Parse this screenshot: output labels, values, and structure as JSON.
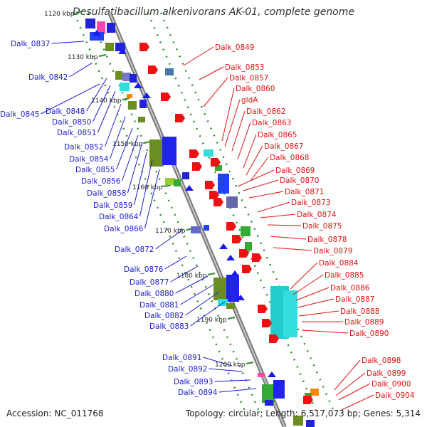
{
  "title": "Desulfatibacillum alkenivorans AK-01, complete genome",
  "footer": {
    "accession_label": "Accession:",
    "accession": "NC_011768",
    "topology_label": "Topology:",
    "topology": "circular",
    "length_label": "Length:",
    "length": "6,517,073 bp",
    "genes_label": "Genes:",
    "genes": "5,314"
  },
  "colors": {
    "left_label": "#1a1acc",
    "right_label": "#e01010",
    "backbone": "#999999",
    "axis_tick": "#2e8b2e"
  },
  "kbp_ticks": [
    "1120 kbp",
    "1130 kbp",
    "1140 kbp",
    "1150 kbp",
    "1160 kbp",
    "1170 kbp",
    "1180 kbp",
    "1190 kbp",
    "1200 kbp"
  ],
  "left_genes": [
    "Dalk_0837",
    "Dalk_0842",
    "Dalk_0845",
    "Dalk_0848",
    "Dalk_0850",
    "Dalk_0851",
    "Dalk_0852",
    "Dalk_0854",
    "Dalk_0855",
    "Dalk_0856",
    "Dalk_0858",
    "Dalk_0859",
    "Dalk_0864",
    "Dalk_0866",
    "Dalk_0872",
    "Dalk_0876",
    "Dalk_0877",
    "Dalk_0880",
    "Dalk_0881",
    "Dalk_0882",
    "Dalk_0883",
    "Dalk_0891",
    "Dalk_0892",
    "Dalk_0893",
    "Dalk_0894"
  ],
  "right_genes": [
    "Dalk_0849",
    "Dalk_0853",
    "Dalk_0857",
    "Dalk_0860",
    "gldA",
    "Dalk_0862",
    "Dalk_0863",
    "Dalk_0865",
    "Dalk_0867",
    "Dalk_0868",
    "Dalk_0869",
    "Dalk_0870",
    "Dalk_0871",
    "Dalk_0873",
    "Dalk_0874",
    "Dalk_0875",
    "Dalk_0878",
    "Dalk_0879",
    "Dalk_0884",
    "Dalk_0885",
    "Dalk_0886",
    "Dalk_0887",
    "Dalk_0888",
    "Dalk_0889",
    "Dalk_0890",
    "Dalk_0898",
    "Dalk_0899",
    "Dalk_0900",
    "Dalk_0904"
  ]
}
